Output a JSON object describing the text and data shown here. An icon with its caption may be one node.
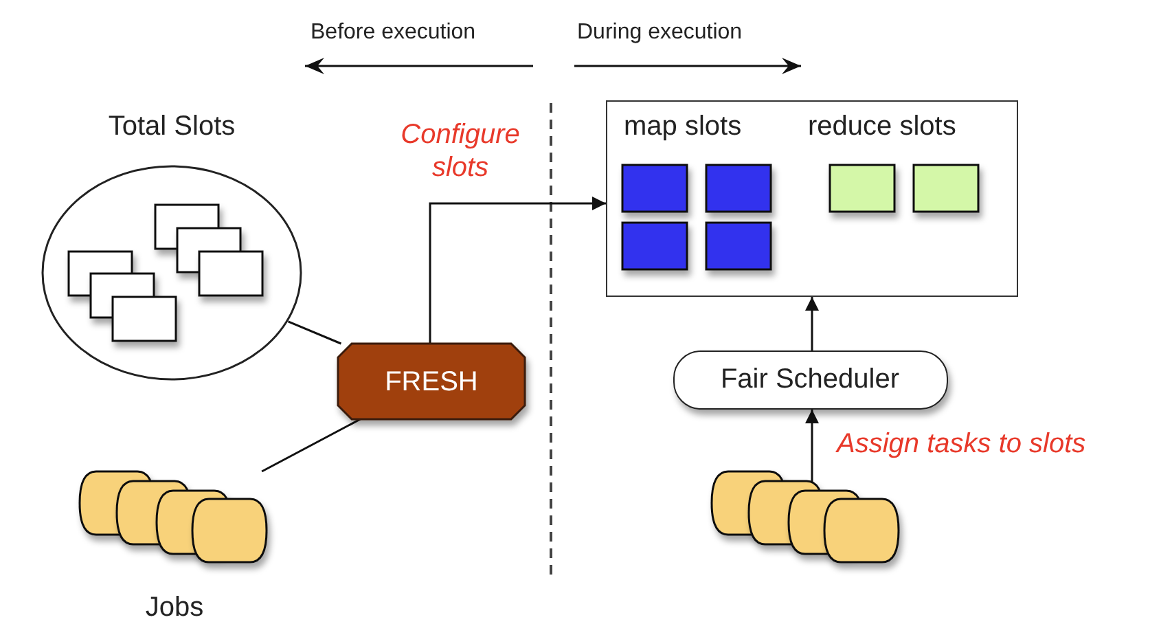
{
  "diagram": {
    "nodes": [
      {
        "text": [
          "Total Slots"
        ]
      },
      {
        "text": [
          "FRESH"
        ]
      },
      {
        "text": [
          "Jobs"
        ]
      },
      {
        "text": [
          "map slots",
          "reduce slots"
        ]
      },
      {
        "text": [
          "Fair Scheduler"
        ]
      },
      {
        "text": [],
        "shape": "cylinder"
      }
    ],
    "edges": [
      {
        "from": 0,
        "to": 1,
        "arrow": "none"
      },
      {
        "from": 2,
        "to": 1,
        "arrow": "none"
      },
      {
        "from": 1,
        "to": 3,
        "arrow": "to",
        "label": "Configure slots"
      },
      {
        "from": 4,
        "to": 3,
        "arrow": "to"
      },
      {
        "from": 5,
        "to": 4,
        "arrow": "to",
        "label": "Assign tasks to slots"
      }
    ],
    "labels": [
      "Before execution",
      "During execution"
    ]
  }
}
